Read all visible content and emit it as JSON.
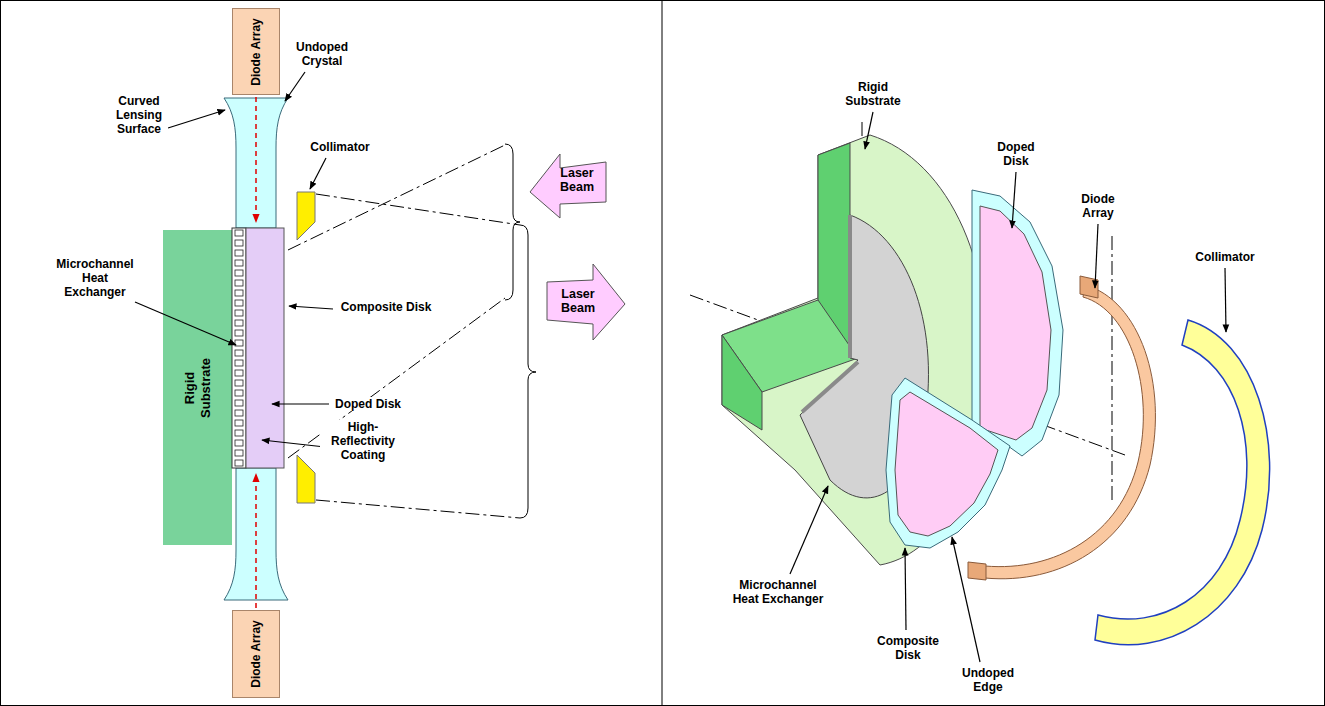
{
  "diagram": {
    "nodes": [
      {
        "text": [
          "Diode Array"
        ]
      },
      {
        "text": [
          "Laser Beam"
        ]
      },
      {
        "text": [
          "Laser Beam"
        ]
      },
      {
        "text": [
          "Rigid Substrate"
        ]
      },
      {
        "text": [
          "Diode Array"
        ]
      }
    ],
    "labels": [
      "Curved Lensing Surface",
      "Undoped Crystal",
      "Collimator",
      "Microchannel Heat Exchanger",
      "Composite Disk",
      "Doped Disk",
      "High-Reflectivity Coating",
      "Rigid Substrate",
      "Doped Disk",
      "Diode Array",
      "Collimator",
      "Microchannel Heat Exchanger",
      "Composite Disk",
      "Undoped Edge"
    ]
  }
}
